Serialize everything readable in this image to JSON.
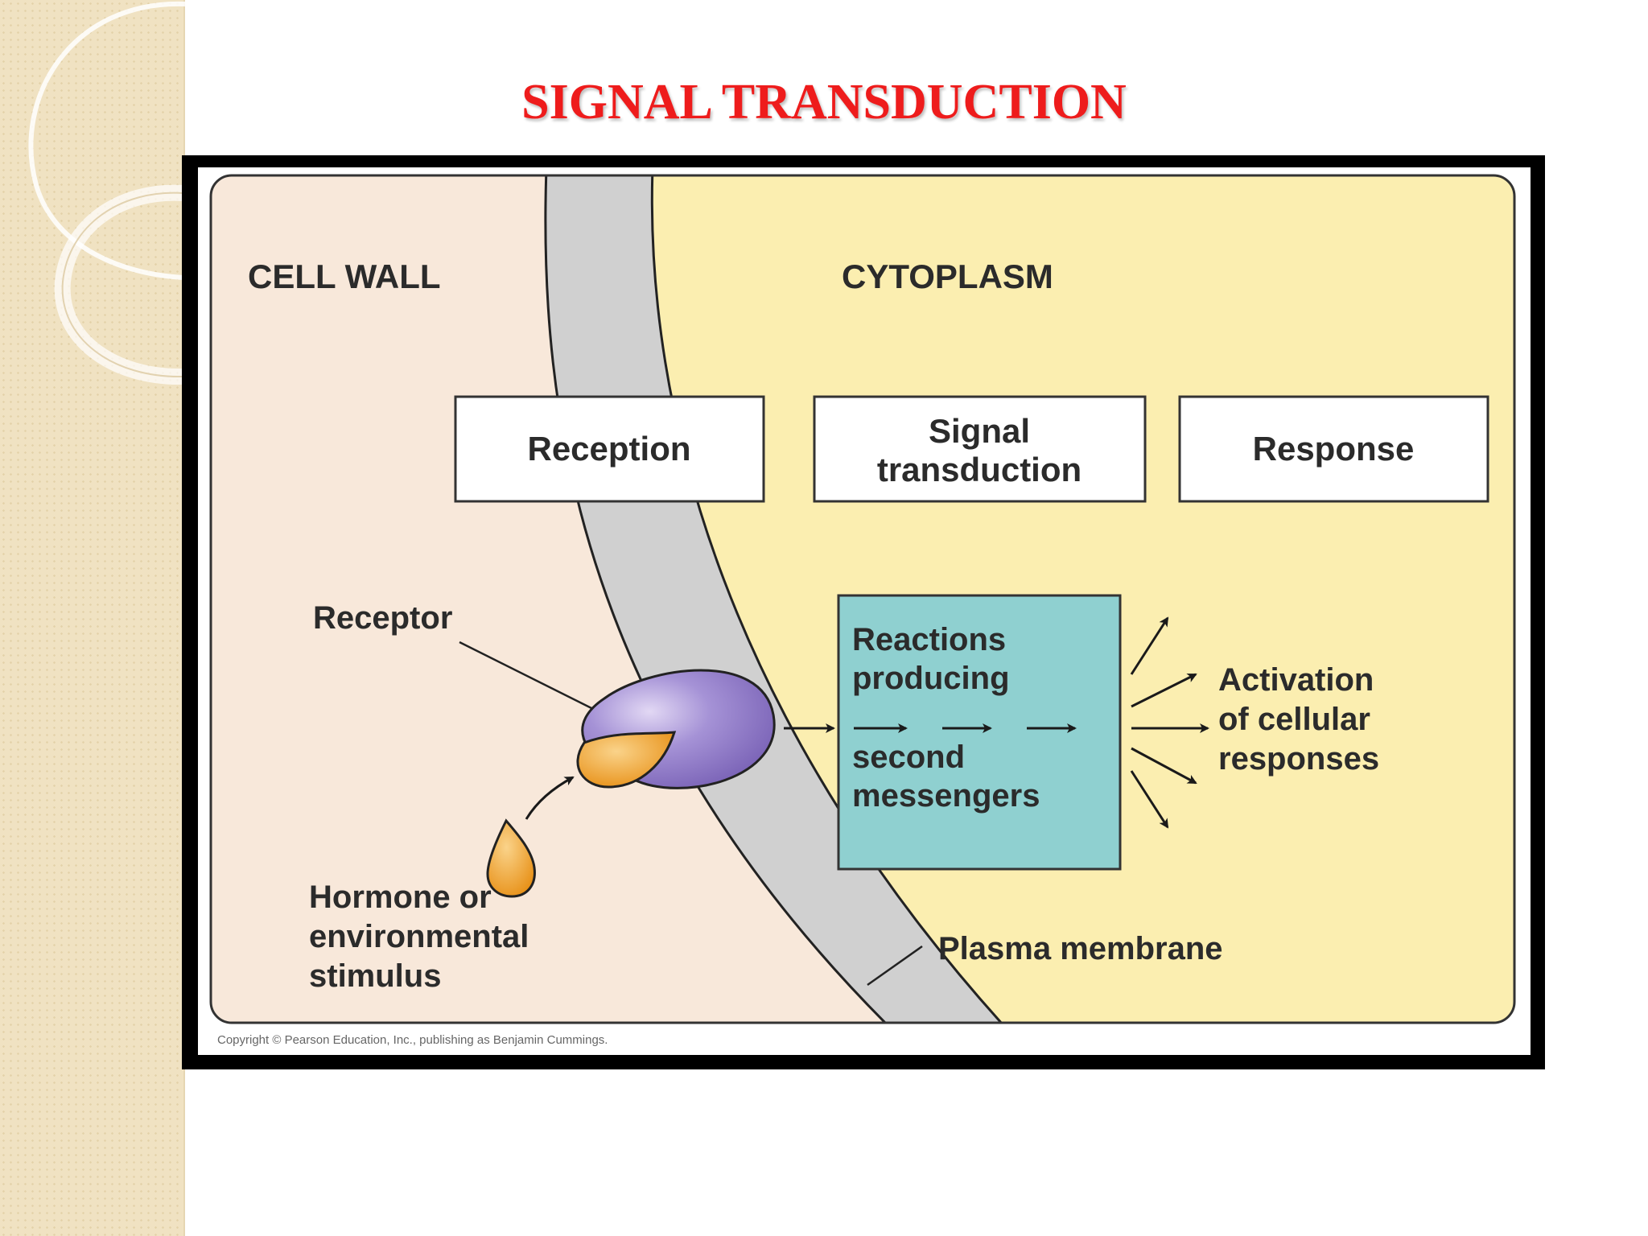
{
  "slide": {
    "title": "SIGNAL TRANSDUCTION"
  },
  "diagram": {
    "regions": {
      "cell_wall": "CELL WALL",
      "cytoplasm": "CYTOPLASM"
    },
    "stages": {
      "reception": "Reception",
      "transduction_line1": "Signal",
      "transduction_line2": "transduction",
      "response": "Response"
    },
    "labels": {
      "receptor": "Receptor",
      "stimulus_line1": "Hormone or",
      "stimulus_line2": "environmental",
      "stimulus_line3": "stimulus",
      "plasma_membrane": "Plasma membrane"
    },
    "reactions_box": {
      "line1": "Reactions",
      "line2": "producing",
      "line3": "second",
      "line4": "messengers"
    },
    "activation": {
      "line1": "Activation",
      "line2": "of cellular",
      "line3": "responses"
    },
    "copyright": "Copyright © Pearson Education, Inc., publishing as Benjamin Cummings."
  },
  "colors": {
    "title": "#ee1c1c",
    "cell_wall_bg": "#f8e8da",
    "cytoplasm_bg": "#fbeeb0",
    "membrane": "#d0d0d0",
    "receptor": "#9b87cf",
    "hormone": "#f0a325",
    "reactions_box": "#8fd0d0"
  }
}
